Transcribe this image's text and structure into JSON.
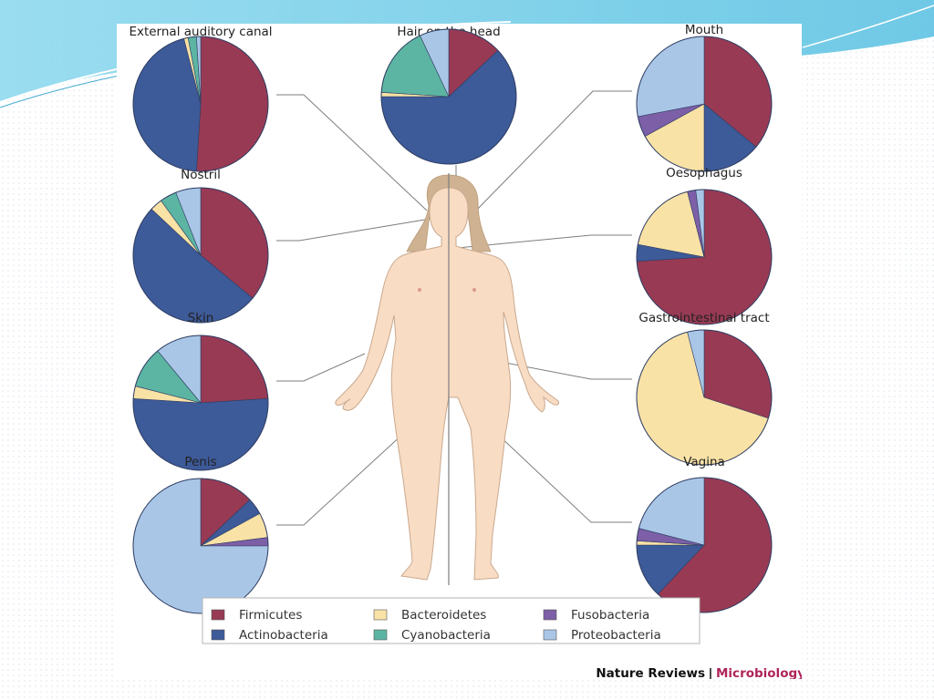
{
  "chart_data": {
    "type": "pie",
    "legend": [
      {
        "name": "Firmicutes",
        "color": "#983a54"
      },
      {
        "name": "Bacteroidetes",
        "color": "#f9e2a6"
      },
      {
        "name": "Fusobacteria",
        "color": "#7d5fa8"
      },
      {
        "name": "Actinobacteria",
        "color": "#3d5a99"
      },
      {
        "name": "Cyanobacteria",
        "color": "#5cb5a2"
      },
      {
        "name": "Proteobacteria",
        "color": "#a9c6e7"
      }
    ],
    "legend_placement": "bottom",
    "sites": [
      {
        "title": "External auditory canal",
        "side": "left",
        "slices": [
          {
            "name": "Firmicutes",
            "value": 51
          },
          {
            "name": "Actinobacteria",
            "value": 45
          },
          {
            "name": "Bacteroidetes",
            "value": 1
          },
          {
            "name": "Cyanobacteria",
            "value": 2
          },
          {
            "name": "Proteobacteria",
            "value": 1
          }
        ]
      },
      {
        "title": "Hair on the head",
        "side": "center",
        "slices": [
          {
            "name": "Firmicutes",
            "value": 13
          },
          {
            "name": "Actinobacteria",
            "value": 62
          },
          {
            "name": "Bacteroidetes",
            "value": 1
          },
          {
            "name": "Cyanobacteria",
            "value": 17
          },
          {
            "name": "Proteobacteria",
            "value": 7
          }
        ]
      },
      {
        "title": "Mouth",
        "side": "right",
        "slices": [
          {
            "name": "Firmicutes",
            "value": 36
          },
          {
            "name": "Actinobacteria",
            "value": 14
          },
          {
            "name": "Bacteroidetes",
            "value": 17
          },
          {
            "name": "Fusobacteria",
            "value": 5
          },
          {
            "name": "Proteobacteria",
            "value": 28
          }
        ]
      },
      {
        "title": "Nostril",
        "side": "left",
        "slices": [
          {
            "name": "Firmicutes",
            "value": 36
          },
          {
            "name": "Actinobacteria",
            "value": 51
          },
          {
            "name": "Bacteroidetes",
            "value": 3
          },
          {
            "name": "Cyanobacteria",
            "value": 4
          },
          {
            "name": "Proteobacteria",
            "value": 6
          }
        ]
      },
      {
        "title": "Oesophagus",
        "side": "right",
        "slices": [
          {
            "name": "Firmicutes",
            "value": 74
          },
          {
            "name": "Actinobacteria",
            "value": 4
          },
          {
            "name": "Bacteroidetes",
            "value": 18
          },
          {
            "name": "Fusobacteria",
            "value": 2
          },
          {
            "name": "Proteobacteria",
            "value": 2
          }
        ]
      },
      {
        "title": "Skin",
        "side": "left",
        "slices": [
          {
            "name": "Firmicutes",
            "value": 24
          },
          {
            "name": "Actinobacteria",
            "value": 52
          },
          {
            "name": "Bacteroidetes",
            "value": 3
          },
          {
            "name": "Cyanobacteria",
            "value": 10
          },
          {
            "name": "Proteobacteria",
            "value": 11
          }
        ]
      },
      {
        "title": "Gastrointestinal tract",
        "side": "right",
        "slices": [
          {
            "name": "Firmicutes",
            "value": 30
          },
          {
            "name": "Bacteroidetes",
            "value": 66
          },
          {
            "name": "Proteobacteria",
            "value": 4
          }
        ]
      },
      {
        "title": "Penis",
        "side": "left",
        "slices": [
          {
            "name": "Firmicutes",
            "value": 13
          },
          {
            "name": "Actinobacteria",
            "value": 4
          },
          {
            "name": "Bacteroidetes",
            "value": 6
          },
          {
            "name": "Fusobacteria",
            "value": 2
          },
          {
            "name": "Proteobacteria",
            "value": 75
          }
        ]
      },
      {
        "title": "Vagina",
        "side": "right",
        "slices": [
          {
            "name": "Firmicutes",
            "value": 62
          },
          {
            "name": "Actinobacteria",
            "value": 13
          },
          {
            "name": "Bacteroidetes",
            "value": 1
          },
          {
            "name": "Fusobacteria",
            "value": 3
          },
          {
            "name": "Proteobacteria",
            "value": 21
          }
        ]
      }
    ]
  },
  "credit": {
    "journal": "Nature Reviews",
    "separator": "|",
    "section": "Microbiology"
  },
  "colors": {
    "skin": "#f8dcc3",
    "skin_outline": "#c9a98f",
    "hair": "#ceb291",
    "connector": "#7d7d7d"
  }
}
